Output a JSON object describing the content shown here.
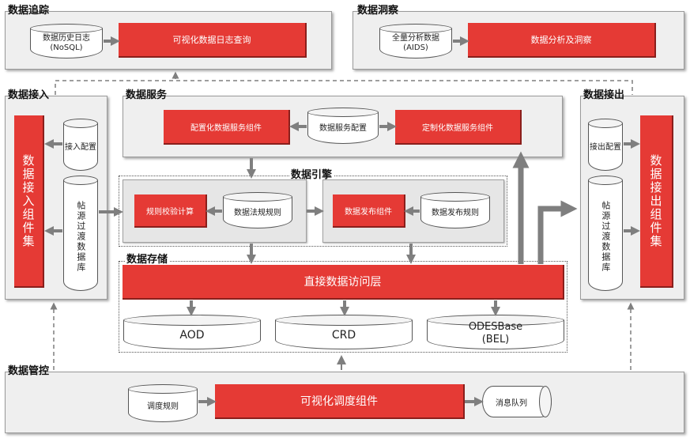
{
  "tracing": {
    "title": "数据追踪",
    "store": "数据历史日志\n(NoSQL)",
    "component": "可视化数据日志查询"
  },
  "insight": {
    "title": "数据洞察",
    "store": "全量分析数据\n(AIDS)",
    "component": "数据分析及洞察"
  },
  "ingest": {
    "title": "数据接入",
    "component": "数据接入组件集",
    "config": "接入配置",
    "buffer": "帖源过渡数据库"
  },
  "service": {
    "title": "数据服务",
    "left": "配置化数据服务组件",
    "store": "数据服务配置",
    "right": "定制化数据服务组件"
  },
  "engine": {
    "title": "数据引擎",
    "rule_calc": "规则校验计算",
    "rule_store": "数据法规规则",
    "publish": "数据发布组件",
    "publish_rules": "数据发布规则"
  },
  "egress": {
    "title": "数据接出",
    "component": "数据接出组件集",
    "config": "接出配置",
    "buffer": "帖源过渡数据库"
  },
  "storage": {
    "title": "数据存储",
    "access_layer": "直接数据访问层",
    "stores": [
      "AOD",
      "CRD",
      "ODESBase\n(BEL)"
    ]
  },
  "control": {
    "title": "数据管控",
    "schedule_rules": "调度规则",
    "scheduler": "可视化调度组件",
    "queue": "消息队列"
  },
  "colors": {
    "accent": "#e53a35",
    "arrow": "#7f7f7f",
    "panel": "#efefef"
  }
}
